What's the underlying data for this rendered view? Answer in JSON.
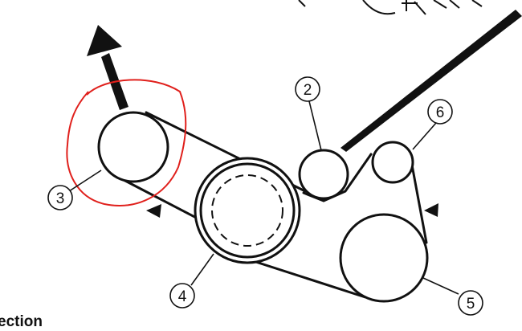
{
  "diagram": {
    "callouts": {
      "c2": "2",
      "c3": "3",
      "c4": "4",
      "c5": "5",
      "c6": "6"
    },
    "caption": "ection"
  },
  "colors": {
    "ink": "#111111",
    "markup": "#e0201c",
    "background": "#ffffff"
  }
}
